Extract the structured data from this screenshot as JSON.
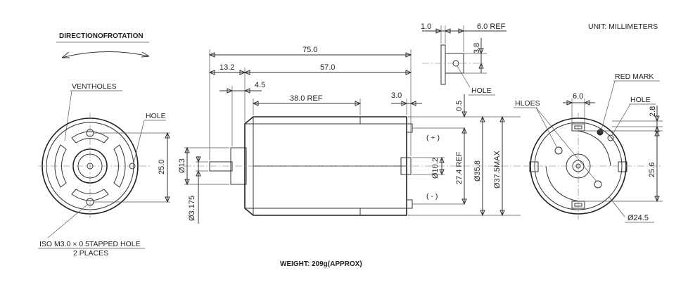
{
  "notes": {
    "unit": "UNIT: MILLIMETERS",
    "weight": "WEIGHT: 209g(APPROX)",
    "direction": "DIRECTIONOFROTATION"
  },
  "labels": {
    "ventholes": "VENTHOLES",
    "hole": "HOLE",
    "tapped_hole": "ISO M3.0  ×  0.5TAPPED HOLE",
    "places": "2 PLACES",
    "red_mark": "RED  MARK",
    "hloes": "HLOES",
    "plus": "( + )",
    "minus": "( - )"
  },
  "dims": {
    "d_75": "75.0",
    "d_57": "57.0",
    "d_13_2": "13.2",
    "d_4_5": "4.5",
    "d_38_ref": "38.0 REF",
    "d_3_0": "3.0",
    "d_1_0": "1.0",
    "d_6_ref": "6.0 REF",
    "d_3_8": "3.8",
    "d_0_5": "0.5",
    "d_25_left": "25.0",
    "d_phi13": "Ø13",
    "d_phi3175": "Ø3.175",
    "d_phi10_2": "Ø10.2",
    "d_27_4": "27.4 REF",
    "d_phi35_8": "Ø35.8",
    "d_phi37_5": "Ø37.5MAX",
    "d_6_0": "6.0",
    "d_2_8": "2.8",
    "d_25_6": "25.6",
    "d_phi24_5": "Ø24.5"
  }
}
